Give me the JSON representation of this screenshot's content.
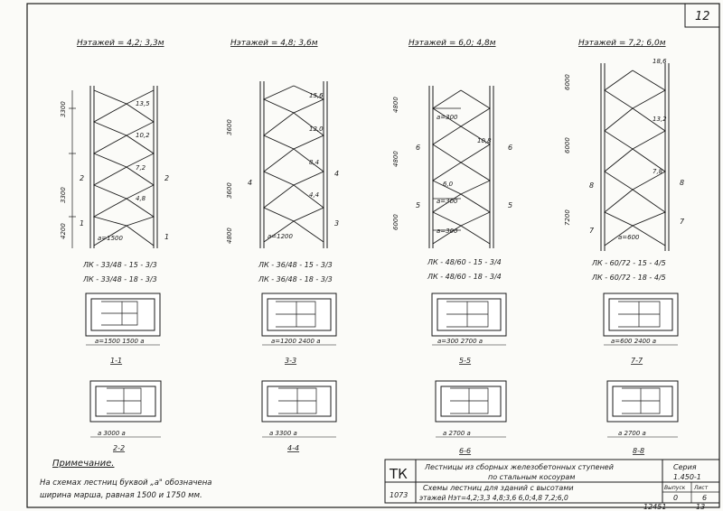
{
  "sheet_number": "12",
  "headers": [
    "Нэтажей = 4,2; 3,3м",
    "Нэтажей = 4,8; 3,6м",
    "Нэтажей = 6,0; 4,8м",
    "Нэтажей = 7,2; 6,0м"
  ],
  "floor_levels": [
    [
      "4,8",
      "7,2",
      "10,2",
      "13,5"
    ],
    [
      "4,4",
      "8,4",
      "12,0",
      "15,6"
    ],
    [
      "6,0",
      "10,8"
    ],
    [
      "7,8",
      "13,2",
      "18,6"
    ]
  ],
  "width_notes": [
    "a=1500",
    "a=1200",
    "a=300",
    "a=600"
  ],
  "storey_dims": [
    [
      "4200",
      "3300",
      "3300"
    ],
    [
      "4800",
      "3600",
      "3600"
    ],
    [
      "6000",
      "4800",
      "4800"
    ],
    [
      "7200",
      "6000",
      "6000"
    ]
  ],
  "codes": [
    [
      "ЛК - 33/48 - 15 - 3/3",
      "ЛК - 33/48 - 18 - 3/3"
    ],
    [
      "ЛК - 36/48 - 15 - 3/3",
      "ЛК - 36/48 - 18 - 3/3"
    ],
    [
      "ЛК - 48/60 - 15 - 3/4",
      "ЛК - 48/60 - 18 - 3/4"
    ],
    [
      "ЛК - 60/72 - 15 - 4/5",
      "ЛК - 60/72 - 18 - 4/5"
    ]
  ],
  "plan_dims_top": [
    "a=1500 1500 a",
    "a=1200 2400 a",
    "a=300 2700 a",
    "a=600 2400 a"
  ],
  "plan_dims_bottom": [
    "a 3000 a",
    "a 3300 a",
    "a 2700 a",
    "a 2700 a"
  ],
  "sections_top": [
    "1-1",
    "3-3",
    "5-5",
    "7-7"
  ],
  "sections_bottom": [
    "2-2",
    "4-4",
    "6-6",
    "8-8"
  ],
  "cut_marks": [
    "1",
    "2",
    "3",
    "4",
    "5",
    "6",
    "7",
    "8"
  ],
  "note": {
    "title": "Примечание.",
    "line1": "На схемах лестниц буквой „а\" обозначена",
    "line2": "ширина марша, равная 1500 и 1750 мм."
  },
  "title_block": {
    "code": "ТК",
    "year": "1073",
    "line1": "Лестницы из сборных железобетонных ступеней",
    "line2": "по стальным косоурам",
    "line3": "Схемы лестниц для зданий с высотами",
    "line4": "этажей  Нэт=4,2;3,3  4,8;3,6  6,0;4,8  7,2;6,0",
    "series_label": "Серия",
    "series_value": "1.450-1",
    "issue_label": "Выпуск",
    "issue_value": "0",
    "sheet_label": "Лист",
    "sheet_value": "6"
  },
  "footer_numbers": [
    "12451",
    "13"
  ]
}
